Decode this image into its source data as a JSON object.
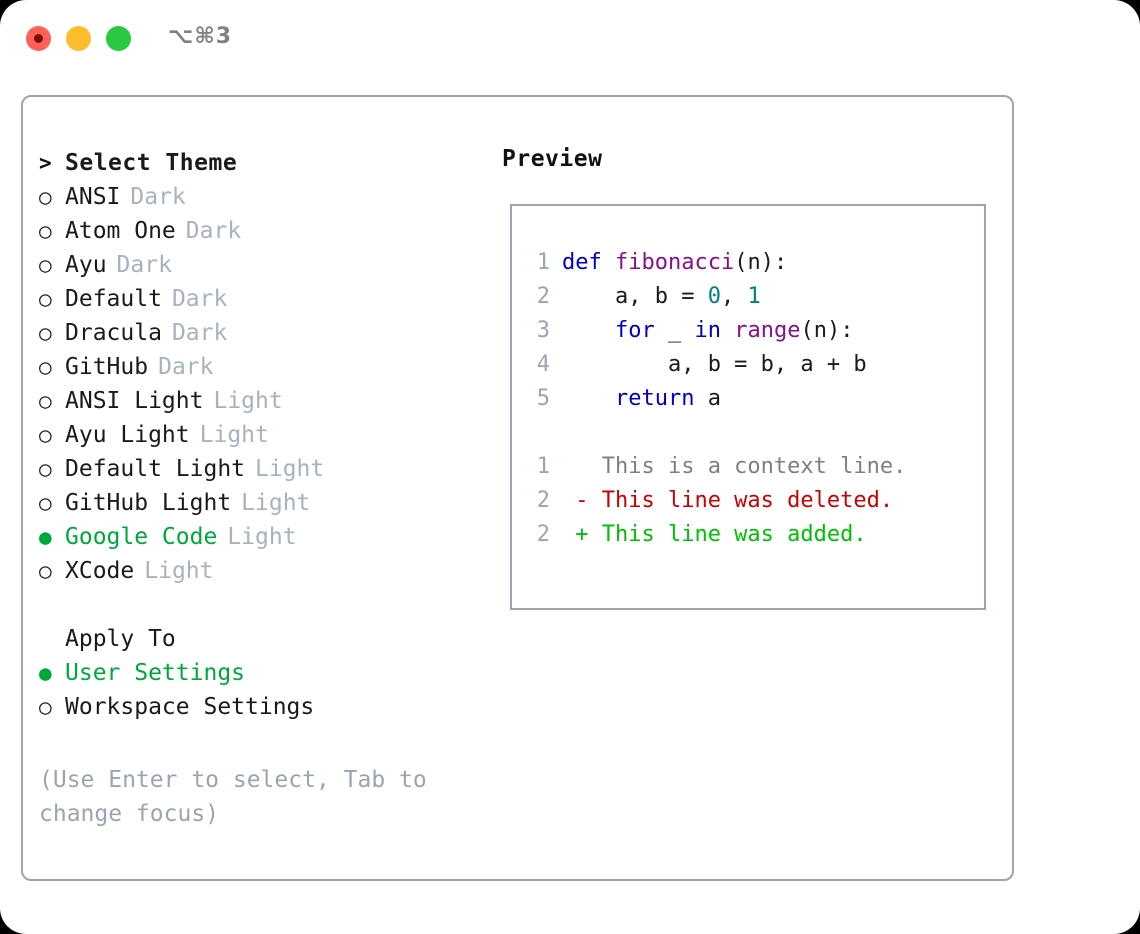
{
  "titlebar": {
    "shortcut": "⌥⌘3",
    "dots": [
      "close-red",
      "minimize-amber",
      "maximize-green"
    ]
  },
  "left_panel": {
    "header": {
      "marker": ">",
      "label": "Select Theme"
    },
    "themes": [
      {
        "marker": "○",
        "label": "ANSI",
        "tag": "Dark",
        "selected": false
      },
      {
        "marker": "○",
        "label": "Atom One",
        "tag": "Dark",
        "selected": false
      },
      {
        "marker": "○",
        "label": "Ayu",
        "tag": "Dark",
        "selected": false
      },
      {
        "marker": "○",
        "label": "Default",
        "tag": "Dark",
        "selected": false
      },
      {
        "marker": "○",
        "label": "Dracula",
        "tag": "Dark",
        "selected": false
      },
      {
        "marker": "○",
        "label": "GitHub",
        "tag": "Dark",
        "selected": false
      },
      {
        "marker": "○",
        "label": "ANSI Light",
        "tag": "Light",
        "selected": false
      },
      {
        "marker": "○",
        "label": "Ayu Light",
        "tag": "Light",
        "selected": false
      },
      {
        "marker": "○",
        "label": "Default Light",
        "tag": "Light",
        "selected": false
      },
      {
        "marker": "○",
        "label": "GitHub Light",
        "tag": "Light",
        "selected": false
      },
      {
        "marker": "●",
        "label": "Google Code",
        "tag": "Light",
        "selected": true
      },
      {
        "marker": "○",
        "label": "XCode",
        "tag": "Light",
        "selected": false
      }
    ],
    "apply_to": {
      "header": "Apply To",
      "options": [
        {
          "marker": "●",
          "label": "User Settings",
          "selected": true
        },
        {
          "marker": "○",
          "label": "Workspace Settings",
          "selected": false
        }
      ]
    },
    "hint": "(Use Enter to select, Tab to change focus)"
  },
  "right_panel": {
    "title": "Preview",
    "code_lines": [
      {
        "no": "1",
        "tokens": [
          {
            "t": "def ",
            "c": "kw"
          },
          {
            "t": "fibonacci",
            "c": "fn"
          },
          {
            "t": "(n):",
            "c": "txt"
          }
        ]
      },
      {
        "no": "2",
        "tokens": [
          {
            "t": "    a, b = ",
            "c": "txt"
          },
          {
            "t": "0",
            "c": "num"
          },
          {
            "t": ", ",
            "c": "txt"
          },
          {
            "t": "1",
            "c": "num"
          }
        ]
      },
      {
        "no": "3",
        "tokens": [
          {
            "t": "    ",
            "c": "txt"
          },
          {
            "t": "for",
            "c": "kw"
          },
          {
            "t": " _ ",
            "c": "txt"
          },
          {
            "t": "in",
            "c": "kw"
          },
          {
            "t": " ",
            "c": "txt"
          },
          {
            "t": "range",
            "c": "fn"
          },
          {
            "t": "(n):",
            "c": "txt"
          }
        ]
      },
      {
        "no": "4",
        "tokens": [
          {
            "t": "        a, b = b, a + b",
            "c": "txt"
          }
        ]
      },
      {
        "no": "5",
        "tokens": [
          {
            "t": "    ",
            "c": "txt"
          },
          {
            "t": "return",
            "c": "kw"
          },
          {
            "t": " a",
            "c": "txt"
          }
        ]
      }
    ],
    "diff_lines": [
      {
        "no": "1",
        "tokens": [
          {
            "t": "   This is a context line.",
            "c": "ctx"
          }
        ]
      },
      {
        "no": "2",
        "tokens": [
          {
            "t": " - This line was deleted.",
            "c": "del"
          }
        ]
      },
      {
        "no": "2",
        "tokens": [
          {
            "t": " + This line was added.",
            "c": "add"
          }
        ]
      }
    ]
  },
  "colors": {
    "accent_green": "#00a83c",
    "border": "#9aa5b1",
    "muted": "#9aa5b1",
    "tag": "#a8b2bd",
    "keyword": "#0000c8",
    "function": "#8a0f8a",
    "number": "#008080",
    "diff_deleted": "#cc0000",
    "diff_added": "#00c000",
    "diff_context": "#808080",
    "dot_red": "#ff6058",
    "dot_amber": "#ffbd2e",
    "dot_green": "#28c840"
  }
}
